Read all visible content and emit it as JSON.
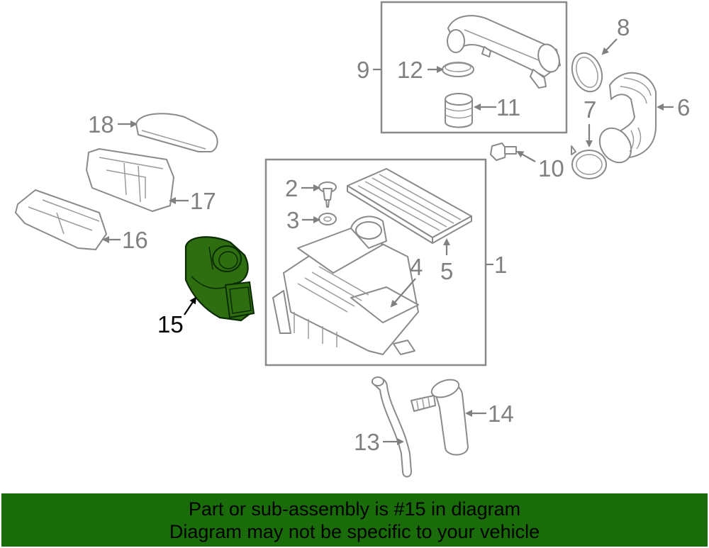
{
  "diagram": {
    "callouts": {
      "p1": "1",
      "p2": "2",
      "p3": "3",
      "p4": "4",
      "p5": "5",
      "p6": "6",
      "p7": "7",
      "p8": "8",
      "p9": "9",
      "p10": "10",
      "p11": "11",
      "p12": "12",
      "p13": "13",
      "p14": "14",
      "p15": "15",
      "p16": "16",
      "p17": "17",
      "p18": "18"
    },
    "highlighted_part": "15",
    "highlight_color": "#2f6e10",
    "line_color": "#808080"
  },
  "banner": {
    "line1": "Part or sub-assembly is #15 in diagram",
    "line2": "Diagram may not be specific to your vehicle",
    "background": "#1a6b0a"
  }
}
